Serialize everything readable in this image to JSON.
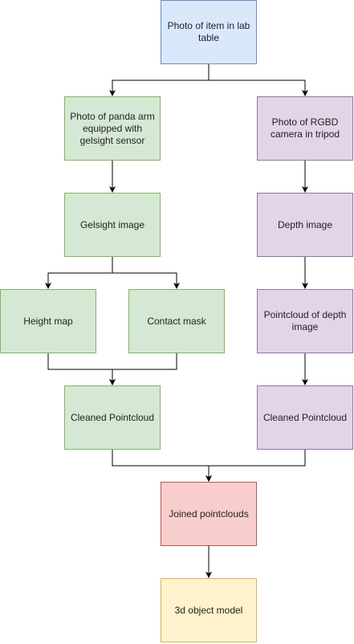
{
  "palette": {
    "blue": {
      "fill": "#dae8fc",
      "stroke": "#6c8ebf"
    },
    "green": {
      "fill": "#d5e8d4",
      "stroke": "#82b366"
    },
    "purple": {
      "fill": "#e1d5e7",
      "stroke": "#9673a6"
    },
    "red": {
      "fill": "#f8cecc",
      "stroke": "#b85450"
    },
    "yellow": {
      "fill": "#fff2cc",
      "stroke": "#d6b656"
    },
    "edge": "#000000"
  },
  "nodes": [
    {
      "id": "photo-item",
      "label": "Photo of item in lab table",
      "color": "blue"
    },
    {
      "id": "photo-panda",
      "label": "Photo of panda arm equipped with gelsight sensor",
      "color": "green"
    },
    {
      "id": "photo-rgbd",
      "label": "Photo of  RGBD camera in tripod",
      "color": "purple"
    },
    {
      "id": "gelsight-image",
      "label": "Gelsight image",
      "color": "green"
    },
    {
      "id": "depth-image",
      "label": "Depth image",
      "color": "purple"
    },
    {
      "id": "height-map",
      "label": "Height map",
      "color": "green"
    },
    {
      "id": "contact-mask",
      "label": "Contact mask",
      "color": "green"
    },
    {
      "id": "pointcloud-depth",
      "label": "Pointcloud of depth image",
      "color": "purple"
    },
    {
      "id": "cleaned-left",
      "label": "Cleaned Pointcloud",
      "color": "green"
    },
    {
      "id": "cleaned-right",
      "label": "Cleaned Pointcloud",
      "color": "purple"
    },
    {
      "id": "joined",
      "label": "Joined pointclouds",
      "color": "red"
    },
    {
      "id": "object-model",
      "label": "3d object model",
      "color": "yellow"
    }
  ],
  "edges": [
    {
      "from": "photo-item",
      "to": "photo-panda"
    },
    {
      "from": "photo-item",
      "to": "photo-rgbd"
    },
    {
      "from": "photo-panda",
      "to": "gelsight-image"
    },
    {
      "from": "photo-rgbd",
      "to": "depth-image"
    },
    {
      "from": "gelsight-image",
      "to": "height-map"
    },
    {
      "from": "gelsight-image",
      "to": "contact-mask"
    },
    {
      "from": "depth-image",
      "to": "pointcloud-depth"
    },
    {
      "from": "height-map",
      "to": "cleaned-left"
    },
    {
      "from": "contact-mask",
      "to": "cleaned-left"
    },
    {
      "from": "pointcloud-depth",
      "to": "cleaned-right"
    },
    {
      "from": "cleaned-left",
      "to": "joined"
    },
    {
      "from": "cleaned-right",
      "to": "joined"
    },
    {
      "from": "joined",
      "to": "object-model"
    }
  ]
}
